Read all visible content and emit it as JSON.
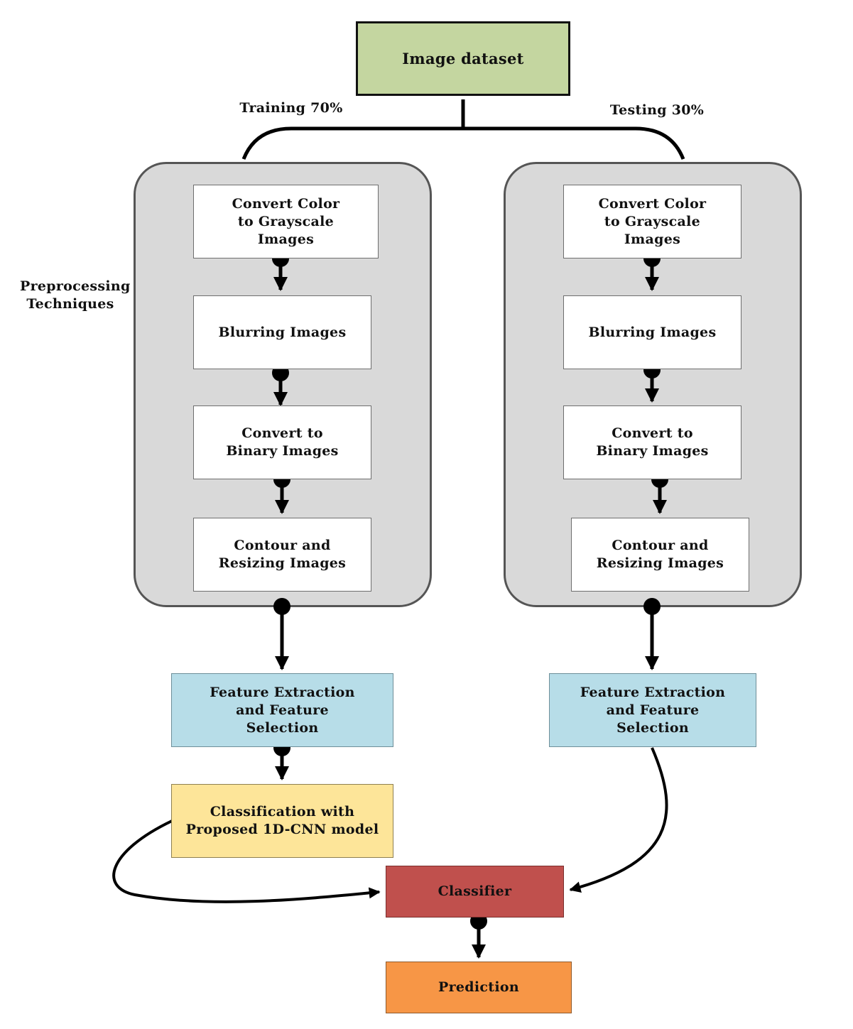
{
  "nodes": {
    "dataset": "Image dataset",
    "train_gray": "Convert Color to Grayscale Images",
    "train_blur": "Blurring Images",
    "train_binary": "Convert to Binary Images",
    "train_contour": "Contour and Resizing Images",
    "test_gray": "Convert Color to Grayscale Images",
    "test_blur": "Blurring Images",
    "test_binary": "Convert to Binary Images",
    "test_contour": "Contour and Resizing Images",
    "train_feature": "Feature Extraction and Feature Selection",
    "test_feature": "Feature Extraction and Feature Selection",
    "classification": "Classification with Proposed 1D-CNN model",
    "classifier": "Classifier",
    "prediction": "Prediction"
  },
  "labels": {
    "training": "Training 70%",
    "testing": "Testing 30%",
    "preprocessing": "Preprocessing Techniques"
  },
  "colors": {
    "dataset": "#c4d6a0",
    "panel": "#d9d9d9",
    "feature": "#b7dde8",
    "classification": "#fde599",
    "classifier": "#c0504d",
    "prediction": "#f79646"
  }
}
